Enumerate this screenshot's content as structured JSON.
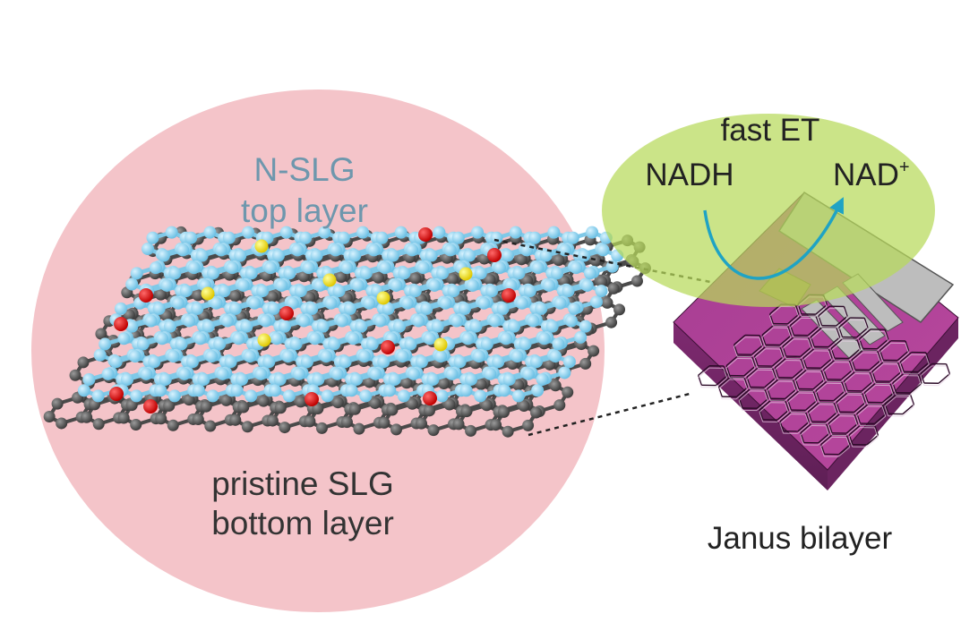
{
  "top_layer": {
    "line1": "N-SLG",
    "line2": "top layer"
  },
  "bottom_layer": {
    "line1": "pristine SLG",
    "line2": "bottom layer"
  },
  "reaction": {
    "title": "fast ET",
    "reactant": "NADH",
    "product": "NAD",
    "product_superscript": "+"
  },
  "device_label": "Janus bilayer",
  "colors": {
    "left_ellipse": "#f4c4c9",
    "right_ellipse": "#c8e27c",
    "top_layer_text": "#6e97ad",
    "bottom_layer_text": "#333333",
    "top_atoms": "#8fd3ee",
    "bottom_atoms": "#5a5a5a",
    "oxygen_atoms": "#e00000",
    "sulfur_atoms": "#f2e000",
    "device_body": "#b5449b",
    "arrow": "#1fa3c4"
  },
  "icons": [
    "graphene-bilayer-illustration",
    "electrode-device-illustration",
    "electron-transfer-arrow"
  ]
}
